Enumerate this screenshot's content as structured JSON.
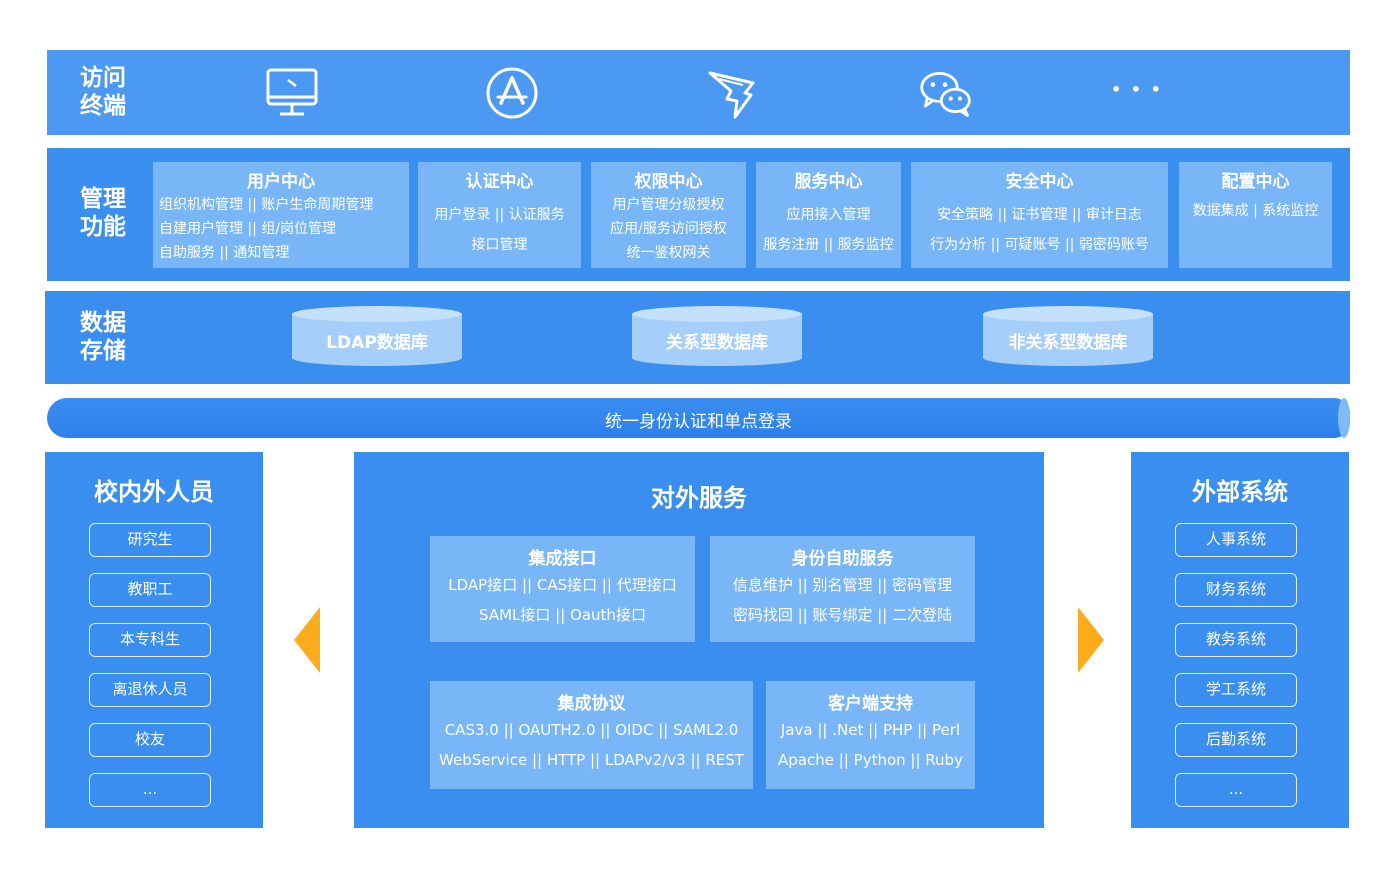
{
  "access": {
    "label_line1": "访问",
    "label_line2": "终端",
    "icons": [
      "desktop-monitor-icon",
      "app-store-icon",
      "dingtalk-icon",
      "wechat-icon",
      "more-dots-icon"
    ],
    "more": "• • •"
  },
  "management": {
    "label_line1": "管理",
    "label_line2": "功能",
    "modules": [
      {
        "title": "用户中心",
        "lines": [
          "组织机构管理  ||  账户生命周期管理",
          "自建用户管理  ||  组/岗位管理",
          "自助服务  ||  通知管理"
        ]
      },
      {
        "title": "认证中心",
        "lines": [
          "用户登录  ||  认证服务",
          "接口管理"
        ]
      },
      {
        "title": "权限中心",
        "lines": [
          "用户管理分级授权",
          "应用/服务访问授权",
          "统一鉴权网关"
        ]
      },
      {
        "title": "服务中心",
        "lines": [
          "应用接入管理",
          "服务注册 || 服务监控"
        ]
      },
      {
        "title": "安全中心",
        "lines": [
          "安全策略 || 证书管理 || 审计日志",
          "行为分析 || 可疑账号 || 弱密码账号"
        ]
      },
      {
        "title": "配置中心",
        "lines": [
          "数据集成 | 系统监控"
        ]
      }
    ]
  },
  "storage": {
    "label_line1": "数据",
    "label_line2": "存储",
    "databases": [
      "LDAP数据库",
      "关系型数据库",
      "非关系型数据库"
    ]
  },
  "sso_bar": "统一身份认证和单点登录",
  "people_panel": {
    "title": "校内外人员",
    "items": [
      "研究生",
      "教职工",
      "本专科生",
      "离退休人员",
      "校友",
      "..."
    ]
  },
  "services_panel": {
    "title": "对外服务",
    "cards": [
      {
        "title": "集成接口",
        "lines": [
          "LDAP接口 || CAS接口 || 代理接口",
          "SAML接口 || Oauth接口"
        ]
      },
      {
        "title": "身份自助服务",
        "lines": [
          "信息维护 || 别名管理 || 密码管理",
          "密码找回 || 账号绑定 || 二次登陆"
        ]
      },
      {
        "title": "集成协议",
        "lines": [
          "CAS3.0 || OAUTH2.0 || OIDC || SAML2.0",
          "WebService || HTTP || LDAPv2/v3 || REST"
        ]
      },
      {
        "title": "客户端支持",
        "lines": [
          "Java || .Net || PHP || Perl",
          "Apache || Python || Ruby"
        ]
      }
    ]
  },
  "external_panel": {
    "title": "外部系统",
    "items": [
      "人事系统",
      "财务系统",
      "教务系统",
      "学工系统",
      "后勤系统",
      "..."
    ]
  },
  "colors": {
    "band": "#3a8ef0",
    "module": "#79b6f8",
    "arrow": "#fbac1d"
  }
}
